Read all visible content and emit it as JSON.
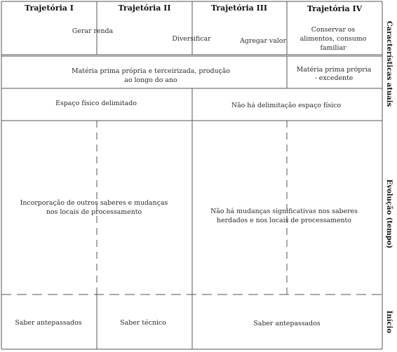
{
  "headers": {
    "col1": "Trajetória I",
    "col2": "Trajetória II",
    "col3": "Trajetória III",
    "col4": "Trajetória IV"
  },
  "side_labels": {
    "top": "Características atuais",
    "middle": "Evolução (tempo)",
    "bottom": "Início"
  },
  "row1": {
    "gerar_renda": "Gerar renda",
    "diversificar": "Diversificar",
    "agregar_valor": "Agregar valor",
    "conservar_line1": "Conservar os",
    "conservar_line2": "alimentos, consumo",
    "conservar_line3": "familiar"
  },
  "row2": {
    "materia_line1": "Matéria prima própria e terceirizada, produção",
    "materia_line2": "ao longo do ano",
    "propria_line1": "Matéria prima própria",
    "propria_line2": "- excedente"
  },
  "row3": {
    "espaco": "Espaço físico delimitado",
    "nao_delimitacao": "Não há delimitação espaço físico"
  },
  "row4": {
    "incorporacao_line1": "Incorporação de outros saberes e mudanças",
    "incorporacao_line2": "nos locais de processamento",
    "nao_mudancas_line1": "Não há mudanças significativas nos saberes",
    "nao_mudancas_line2": "herdados e nos locais de processamento"
  },
  "row5": {
    "saber_antepassados_1": "Saber antepassados",
    "saber_tecnico": "Saber técnico",
    "saber_antepassados_2": "Saber antepassados"
  }
}
